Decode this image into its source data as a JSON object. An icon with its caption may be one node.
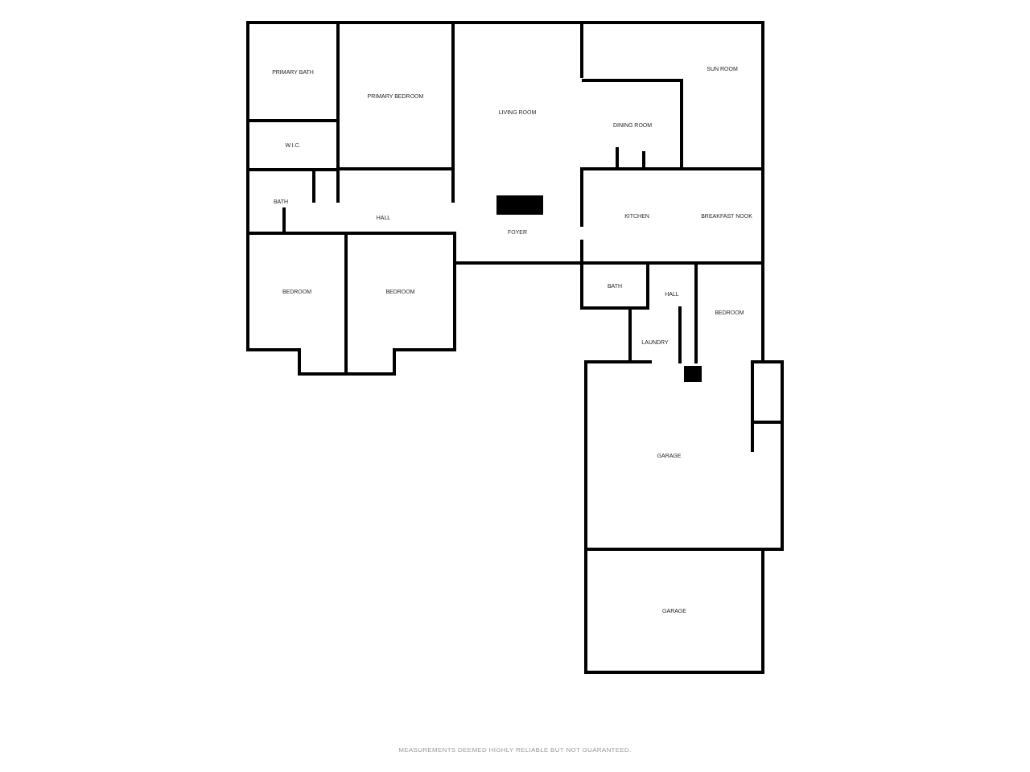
{
  "diagram": {
    "nodes": [
      {
        "text": [
          "PRIMARY BATH"
        ]
      },
      {
        "text": [
          "PRIMARY BEDROOM"
        ]
      },
      {
        "text": [
          "W.I.C."
        ]
      },
      {
        "text": [
          "BATH"
        ]
      },
      {
        "text": [
          "HALL"
        ]
      },
      {
        "text": [
          "BEDROOM"
        ]
      },
      {
        "text": [
          "BEDROOM"
        ]
      },
      {
        "text": [
          "LIVING ROOM"
        ]
      },
      {
        "text": [
          "FOYER"
        ]
      },
      {
        "text": [
          "SUN ROOM"
        ]
      },
      {
        "text": [
          "DINING ROOM"
        ]
      },
      {
        "text": [
          "KITCHEN"
        ]
      },
      {
        "text": [
          "BREAKFAST NOOK"
        ]
      },
      {
        "text": [
          "BATH"
        ]
      },
      {
        "text": [
          "HALL"
        ]
      },
      {
        "text": [
          "BEDROOM"
        ]
      },
      {
        "text": [
          "LAUNDRY"
        ]
      },
      {
        "text": [
          "GARAGE"
        ]
      },
      {
        "text": [
          "GARAGE"
        ]
      }
    ],
    "edges": [],
    "labels": [
      "MEASUREMENTS DEEMED HIGHLY RELIABLE BUT NOT GUARANTEED."
    ]
  }
}
